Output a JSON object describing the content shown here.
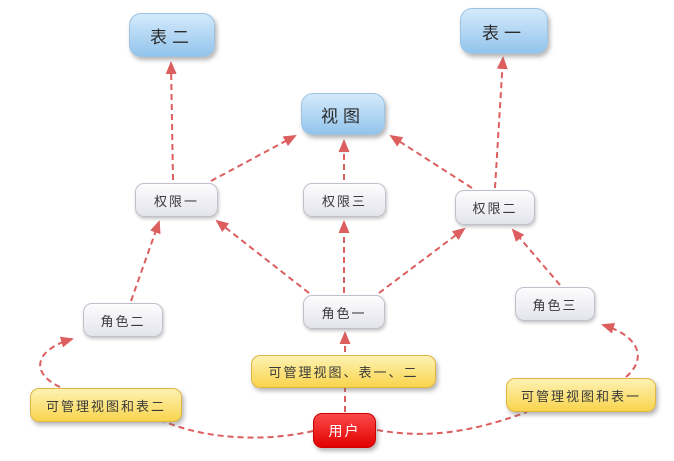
{
  "colors": {
    "arrow": "#dc5e5e",
    "table_node_fill_top": "#d5eafb",
    "table_node_fill_bottom": "#92c4ec",
    "permission_node_fill_top": "#fdfdfe",
    "permission_node_fill_bottom": "#e4e4ec",
    "note_node_fill_top": "#fdf2b3",
    "note_node_fill_bottom": "#f9d44d",
    "user_node_fill_top": "#fb4a4a",
    "user_node_fill_bottom": "#e30000"
  },
  "nodes": {
    "table2": {
      "label": "表二"
    },
    "table1": {
      "label": "表一"
    },
    "view": {
      "label": "视图"
    },
    "perm1": {
      "label": "权限一"
    },
    "perm3": {
      "label": "权限三"
    },
    "perm2": {
      "label": "权限二"
    },
    "role2": {
      "label": "角色二"
    },
    "role1": {
      "label": "角色一"
    },
    "role3": {
      "label": "角色三"
    },
    "note_left": {
      "label": "可管理视图和表二"
    },
    "note_mid": {
      "label": "可管理视图、表一、二"
    },
    "note_right": {
      "label": "可管理视图和表一"
    },
    "user": {
      "label": "用户"
    }
  },
  "edges": [
    {
      "from": "perm1",
      "to": "table2",
      "style": "dashed-arrow"
    },
    {
      "from": "perm1",
      "to": "view",
      "style": "dashed-arrow"
    },
    {
      "from": "perm3",
      "to": "view",
      "style": "dashed-arrow"
    },
    {
      "from": "perm2",
      "to": "view",
      "style": "dashed-arrow"
    },
    {
      "from": "perm2",
      "to": "table1",
      "style": "dashed-arrow"
    },
    {
      "from": "role2",
      "to": "perm1",
      "style": "dashed-arrow"
    },
    {
      "from": "role1",
      "to": "perm1",
      "style": "dashed-arrow"
    },
    {
      "from": "role1",
      "to": "perm3",
      "style": "dashed-arrow"
    },
    {
      "from": "role1",
      "to": "perm2",
      "style": "dashed-arrow"
    },
    {
      "from": "role3",
      "to": "perm2",
      "style": "dashed-arrow"
    },
    {
      "from": "user",
      "to": "role1",
      "style": "dashed-arrow"
    },
    {
      "from": "user",
      "to": "note_left",
      "style": "dashed-line"
    },
    {
      "from": "note_left",
      "to": "role2",
      "style": "dashed-arrow"
    },
    {
      "from": "user",
      "to": "note_right",
      "style": "dashed-line"
    },
    {
      "from": "note_right",
      "to": "role3",
      "style": "dashed-arrow"
    }
  ]
}
